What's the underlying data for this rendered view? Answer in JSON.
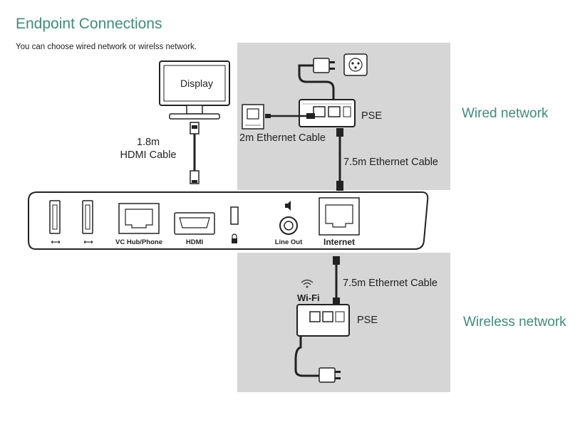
{
  "header": {
    "title": "Endpoint Connections",
    "subtitle": "You can choose wired network or wirelss network."
  },
  "wired": {
    "label": "Wired network",
    "pse_label": "PSE",
    "short_cable": "2m Ethernet Cable",
    "long_cable": "7.5m Ethernet Cable"
  },
  "wireless": {
    "label": "Wireless network",
    "pse_label": "PSE",
    "cable": "7.5m Ethernet Cable",
    "wifi_label": "Wi-Fi"
  },
  "display": {
    "label": "Display",
    "cable_length": "1.8m",
    "cable_type": "HDMI Cable"
  },
  "device_ports": {
    "vc_hub": "VC Hub/Phone",
    "hdmi": "HDMI",
    "line_out": "Line Out",
    "internet": "Internet"
  },
  "colors": {
    "accent": "#3f8c78",
    "panel": "#d6d6d6"
  }
}
